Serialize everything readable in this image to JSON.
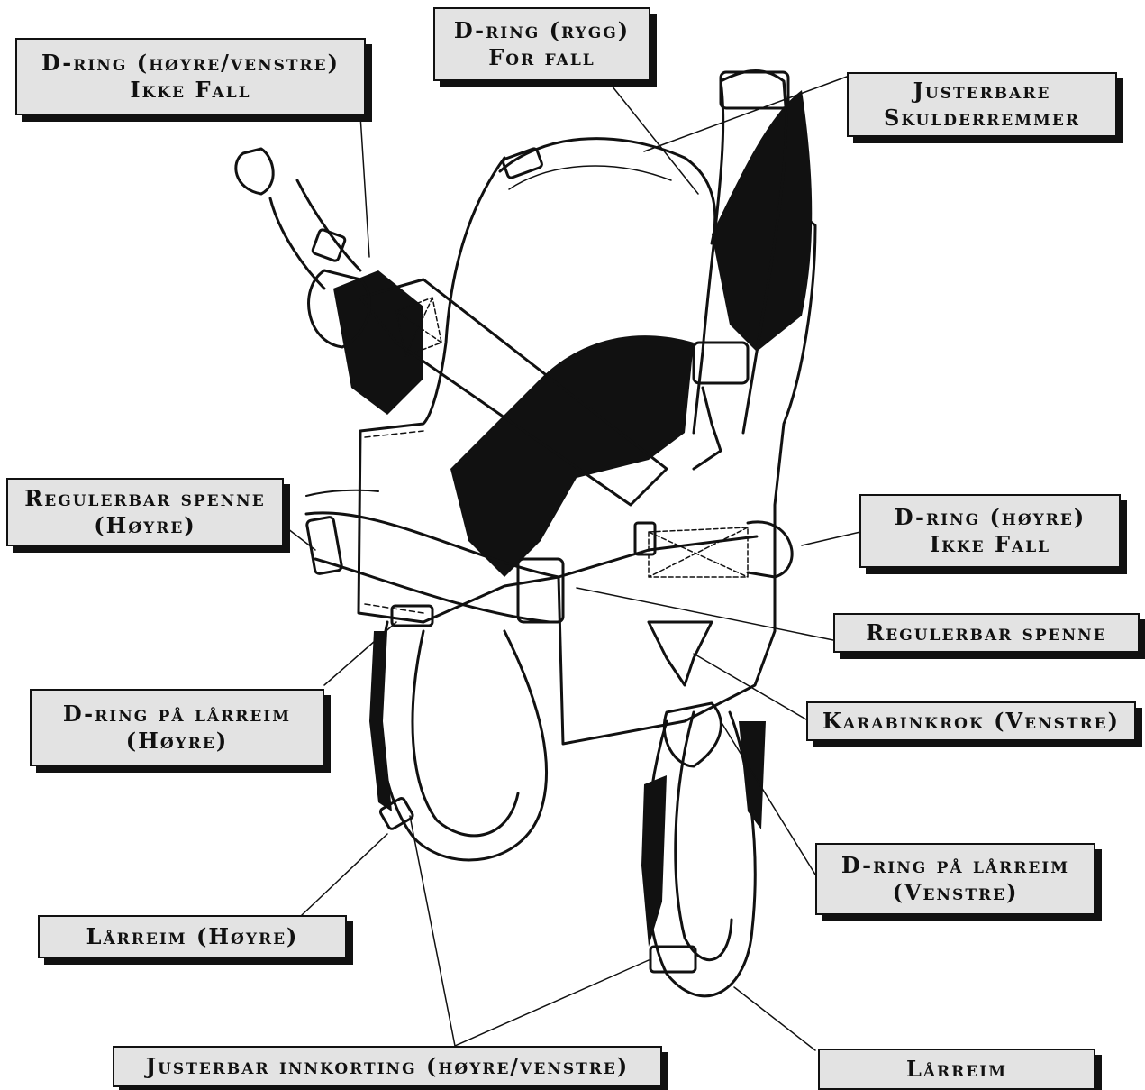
{
  "labels": {
    "d_ring_side": {
      "line1": "D-ring (høyre/venstre)",
      "line2": "Ikke Fall"
    },
    "d_ring_back": {
      "line1": "D-ring (rygg)",
      "line2": "For fall"
    },
    "shoulder_straps": {
      "line1": "Justerbare",
      "line2": "Skulderremmer"
    },
    "buckle_right": {
      "line1": "Regulerbar spenne",
      "line2": "(Høyre)"
    },
    "d_ring_right": {
      "line1": "D-ring (høyre)",
      "line2": "Ikke Fall"
    },
    "buckle": {
      "line1": "Regulerbar spenne"
    },
    "thigh_d_ring_right": {
      "line1": "D-ring på lårreim",
      "line2": "(Høyre)"
    },
    "carabiner_left": {
      "line1": "Karabinkrok (Venstre)"
    },
    "thigh_d_ring_left": {
      "line1": "D-ring på lårreim",
      "line2": "(Venstre)"
    },
    "thigh_strap_right": {
      "line1": "Lårreim (Høyre)"
    },
    "adjustable_shortening": {
      "line1": "Justerbar innkorting (høyre/venstre)"
    },
    "thigh_strap": {
      "line1": "Lårreim"
    }
  },
  "colors": {
    "label_fill": "#e3e3e3",
    "ink": "#111111"
  }
}
